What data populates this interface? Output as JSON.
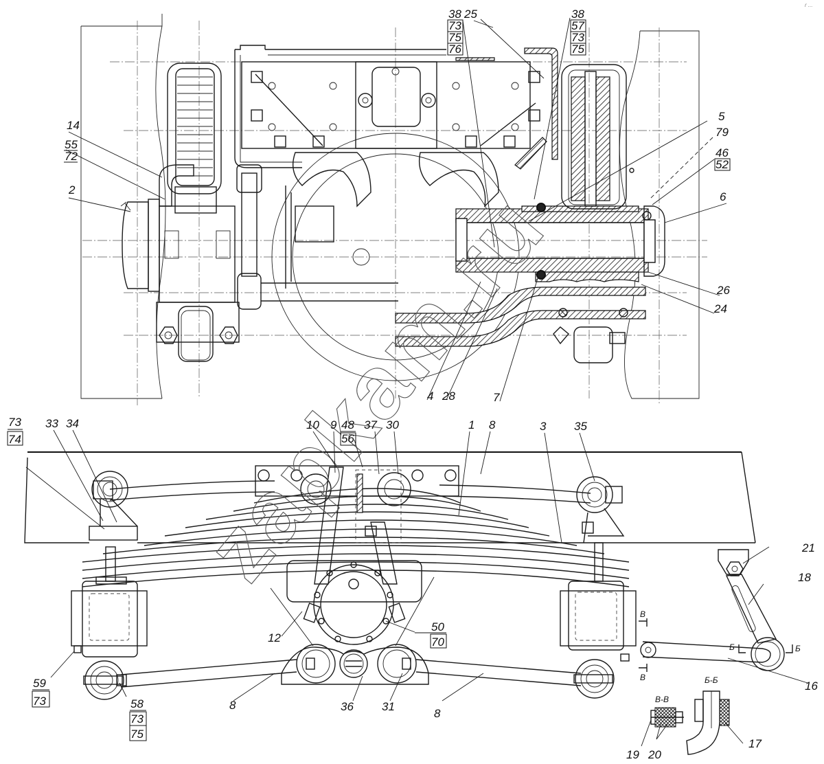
{
  "drawing": {
    "title": "Balancer suspension assembly (technical drawing)",
    "watermark": "zapkam.ru",
    "corner_mark": "r ...",
    "top_view_callouts": [
      {
        "id": "c-38-73-75-76",
        "labels": [
          "38",
          "73",
          "75",
          "76"
        ],
        "boxed": [
          false,
          true,
          true,
          true
        ]
      },
      {
        "id": "c-25",
        "labels": [
          "25"
        ],
        "boxed": [
          false
        ]
      },
      {
        "id": "c-38-57-73-75",
        "labels": [
          "38",
          "57",
          "73",
          "75"
        ],
        "boxed": [
          false,
          true,
          true,
          true
        ]
      },
      {
        "id": "c-14",
        "labels": [
          "14"
        ],
        "boxed": [
          false
        ]
      },
      {
        "id": "c-55-72",
        "labels": [
          "55",
          "72"
        ],
        "boxed": [
          false,
          true
        ]
      },
      {
        "id": "c-2",
        "labels": [
          "2"
        ],
        "boxed": [
          false
        ]
      },
      {
        "id": "c-5",
        "labels": [
          "5"
        ],
        "boxed": [
          false
        ]
      },
      {
        "id": "c-79",
        "labels": [
          "79"
        ],
        "boxed": [
          false
        ]
      },
      {
        "id": "c-46-52",
        "labels": [
          "46",
          "52"
        ],
        "boxed": [
          false,
          true
        ]
      },
      {
        "id": "c-6",
        "labels": [
          "6"
        ],
        "boxed": [
          false
        ]
      },
      {
        "id": "c-26",
        "labels": [
          "26"
        ],
        "boxed": [
          false
        ]
      },
      {
        "id": "c-24",
        "labels": [
          "24"
        ],
        "boxed": [
          false
        ]
      },
      {
        "id": "c-4",
        "labels": [
          "4"
        ],
        "boxed": [
          false
        ]
      },
      {
        "id": "c-28",
        "labels": [
          "28"
        ],
        "boxed": [
          false
        ]
      },
      {
        "id": "c-7",
        "labels": [
          "7"
        ],
        "boxed": [
          false
        ]
      }
    ],
    "side_view_callouts": [
      {
        "id": "c-73-74",
        "labels": [
          "73",
          "74"
        ],
        "boxed": [
          false,
          true
        ]
      },
      {
        "id": "c-33",
        "labels": [
          "33"
        ],
        "boxed": [
          false
        ]
      },
      {
        "id": "c-34",
        "labels": [
          "34"
        ],
        "boxed": [
          false
        ]
      },
      {
        "id": "c-10",
        "labels": [
          "10"
        ],
        "boxed": [
          false
        ]
      },
      {
        "id": "c-9",
        "labels": [
          "9"
        ],
        "boxed": [
          false
        ]
      },
      {
        "id": "c-48-56",
        "labels": [
          "48",
          "56"
        ],
        "boxed": [
          false,
          true
        ]
      },
      {
        "id": "c-37",
        "labels": [
          "37"
        ],
        "boxed": [
          false
        ]
      },
      {
        "id": "c-30",
        "labels": [
          "30"
        ],
        "boxed": [
          false
        ]
      },
      {
        "id": "c-1",
        "labels": [
          "1"
        ],
        "boxed": [
          false
        ]
      },
      {
        "id": "c-8a",
        "labels": [
          "8"
        ],
        "boxed": [
          false
        ]
      },
      {
        "id": "c-3",
        "labels": [
          "3"
        ],
        "boxed": [
          false
        ]
      },
      {
        "id": "c-35",
        "labels": [
          "35"
        ],
        "boxed": [
          false
        ]
      },
      {
        "id": "c-21",
        "labels": [
          "21"
        ],
        "boxed": [
          false
        ]
      },
      {
        "id": "c-18",
        "labels": [
          "18"
        ],
        "boxed": [
          false
        ]
      },
      {
        "id": "c-12",
        "labels": [
          "12"
        ],
        "boxed": [
          false
        ]
      },
      {
        "id": "c-50-70",
        "labels": [
          "50",
          "70"
        ],
        "boxed": [
          false,
          true
        ]
      },
      {
        "id": "c-16",
        "labels": [
          "16"
        ],
        "boxed": [
          false
        ]
      },
      {
        "id": "c-59-73",
        "labels": [
          "59",
          "73"
        ],
        "boxed": [
          false,
          true
        ]
      },
      {
        "id": "c-58-73-75",
        "labels": [
          "58",
          "73",
          "75"
        ],
        "boxed": [
          false,
          true,
          true
        ]
      },
      {
        "id": "c-8b",
        "labels": [
          "8"
        ],
        "boxed": [
          false
        ]
      },
      {
        "id": "c-36",
        "labels": [
          "36"
        ],
        "boxed": [
          false
        ]
      },
      {
        "id": "c-31",
        "labels": [
          "31"
        ],
        "boxed": [
          false
        ]
      },
      {
        "id": "c-8c",
        "labels": [
          "8"
        ],
        "boxed": [
          false
        ]
      },
      {
        "id": "c-19",
        "labels": [
          "19"
        ],
        "boxed": [
          false
        ]
      },
      {
        "id": "c-20",
        "labels": [
          "20"
        ],
        "boxed": [
          false
        ]
      },
      {
        "id": "c-17",
        "labels": [
          "17"
        ],
        "boxed": [
          false
        ]
      }
    ],
    "section_labels": {
      "vv_title": "В-В",
      "bb_title": "Б-Б",
      "v_mark": "В",
      "b_mark": "Б"
    }
  }
}
